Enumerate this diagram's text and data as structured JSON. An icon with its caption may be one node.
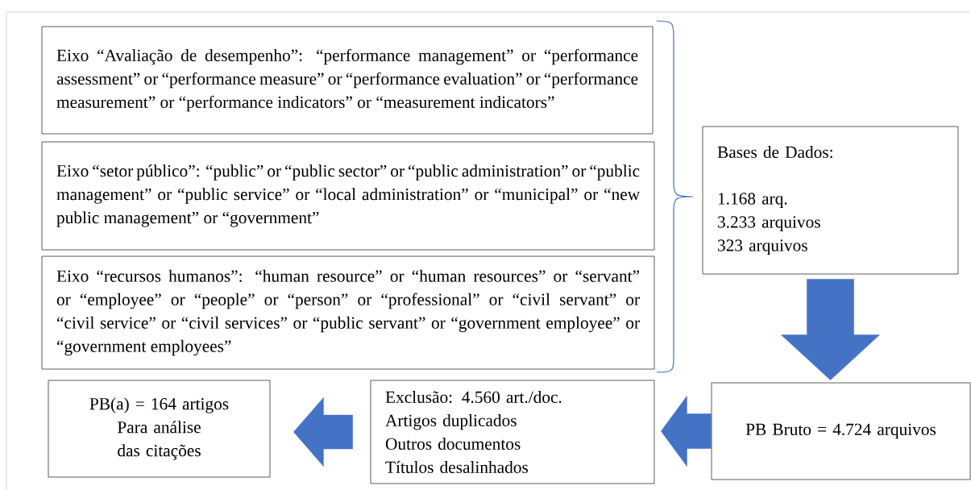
{
  "diagram": {
    "nodes": [
      {
        "text": [
          "Eixo “Avaliação de desempenho”: “performance management” or “performance assessment” or “performance measure” or “performance evaluation” or “performance measurement” or “performance indicators” or “measurement indicators”"
        ]
      },
      {
        "text": [
          "Eixo “setor público”: “public” or “public sector” or “public administration” or “public management” or “public service” or “local administration” or “municipal” or “new public management” or “government”"
        ]
      },
      {
        "text": [
          "Eixo “recursos humanos”: “human resource” or “human resources” or “servant” or “employee” or “people” or “person” or “professional” or “civil servant” or “civil service” or “civil services” or “public servant” or “government employee” or “government employees”"
        ]
      },
      {
        "text": [
          "Bases de Dados:",
          "1.168 arq.",
          "3.233 arquivos",
          "323 arquivos"
        ]
      },
      {
        "text": [
          "PB Bruto = 4.724 arquivos"
        ]
      },
      {
        "text": [
          "Exclusão: 4.560 art./doc.",
          "Artigos duplicados",
          "Outros documentos",
          "Títulos desalinhados"
        ]
      },
      {
        "text": [
          "PB(a) = 164 artigos Para análise das citações"
        ]
      }
    ],
    "edges": [
      {
        "from": 3,
        "to": 4,
        "arrow": "to",
        "color": "#4472c4"
      },
      {
        "from": 4,
        "to": 5,
        "arrow": "to",
        "color": "#4472c4"
      },
      {
        "from": 5,
        "to": 6,
        "arrow": "to",
        "color": "#4472c4"
      }
    ]
  }
}
